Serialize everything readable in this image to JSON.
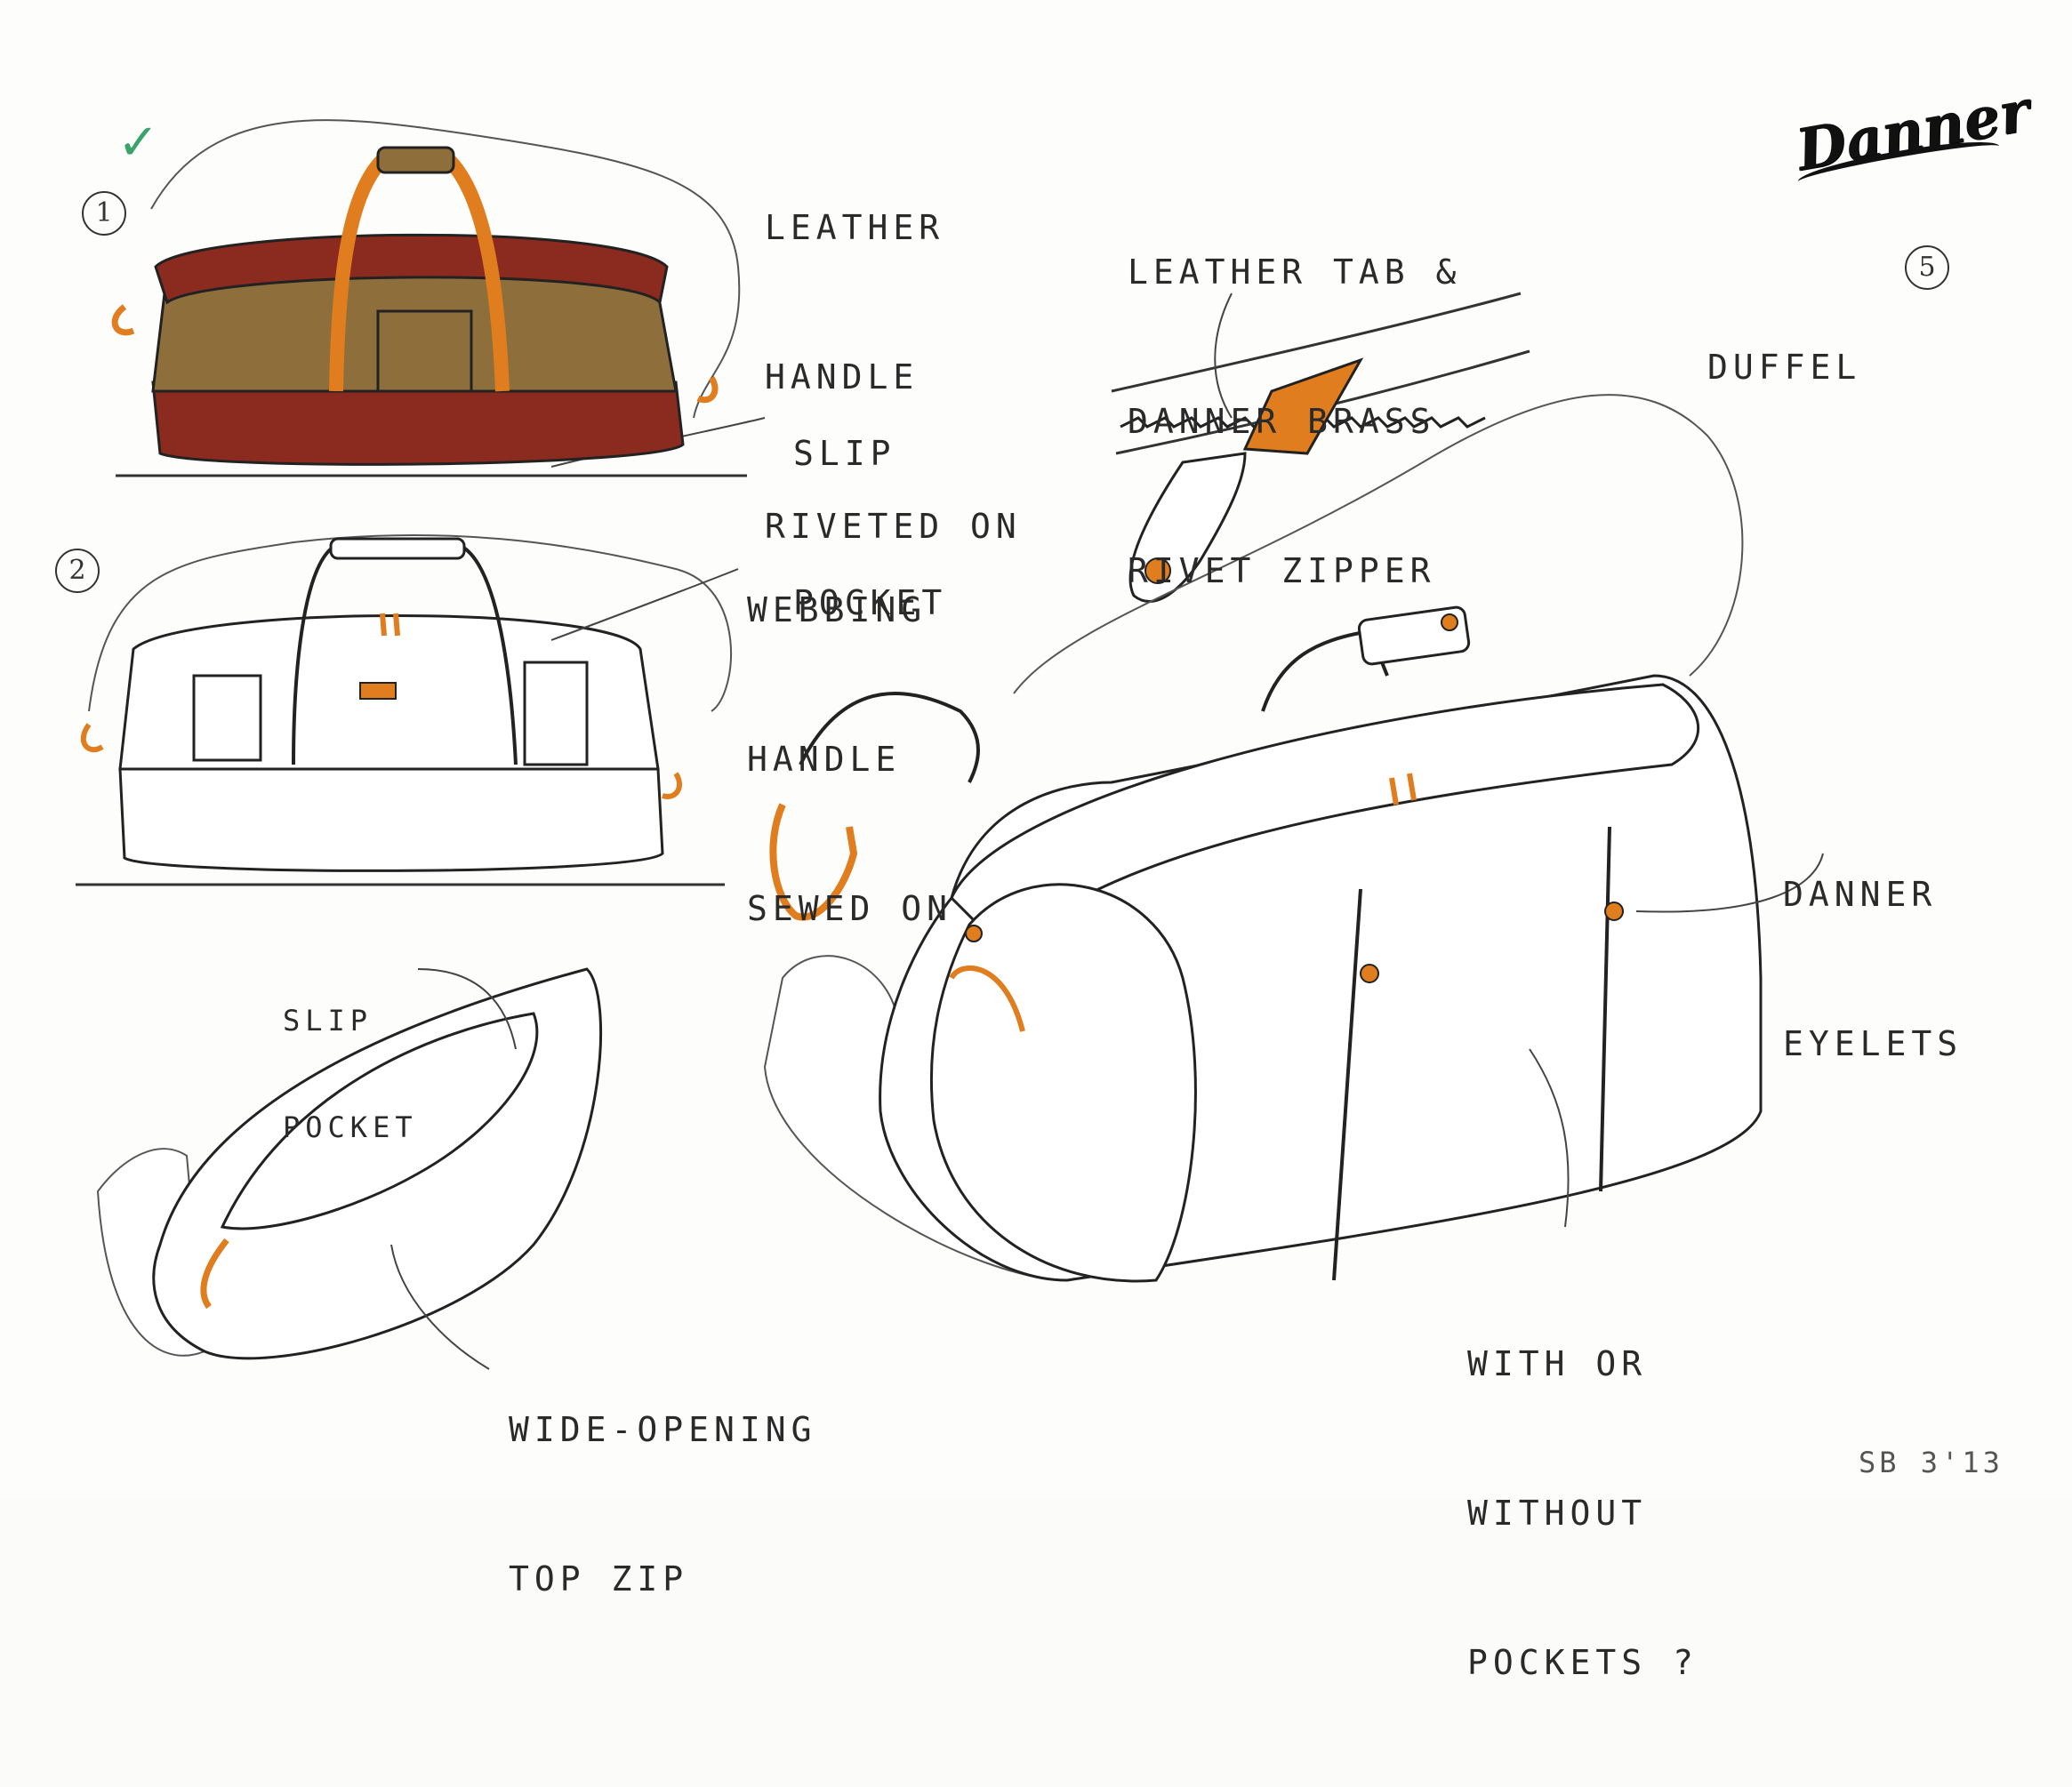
{
  "brand": {
    "logo_text": "Danner"
  },
  "sketch_numbers": {
    "bag_1": "1",
    "bag_2": "2",
    "duffel_number": "5"
  },
  "check_mark": "✓",
  "notes": {
    "leather_handle": [
      "LEATHER",
      "HANDLE",
      "RIVETED ON"
    ],
    "slip_pocket_top": [
      "SLIP",
      "POCKET"
    ],
    "webbing_handle": [
      "WEBBING",
      "HANDLE",
      "SEWED ON"
    ],
    "leather_tab": [
      "LEATHER TAB &",
      "DANNER BRASS",
      "RIVET ZIPPER"
    ],
    "duffel": "DUFFEL",
    "danner_eyelets": [
      "DANNER",
      "EYELETS"
    ],
    "slip_pocket_bottom": [
      "SLIP",
      "POCKET"
    ],
    "wide_opening": [
      "WIDE-OPENING",
      "TOP ZIP"
    ],
    "with_or_without": [
      "WITH OR",
      "WITHOUT",
      "POCKETS ?"
    ]
  },
  "signature": "SB 3'13",
  "colors": {
    "ink": "#2a2a2a",
    "leather_red": "#8b2a1e",
    "canvas_olive": "#8e6f3c",
    "tan_orange": "#e07d1e",
    "check_green": "#3aa36a"
  }
}
